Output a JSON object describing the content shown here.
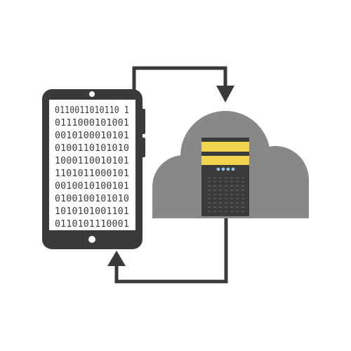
{
  "tablet": {
    "binary_lines": [
      "0110011010110 1",
      "0111000101001",
      "0010100010101",
      "0100110101010",
      "1000110010101",
      "1101011000101",
      "0010010100101",
      "0100100101010",
      "1010101001101",
      "0110101110001"
    ]
  },
  "colors": {
    "device": "#3a3a3b",
    "cloud": "#888888",
    "server_body": "#3b3b3b",
    "server_band": "#f2d44f",
    "server_lights": "#8fc8ea",
    "arrow": "#3a3a3a"
  },
  "icons": [
    "tablet-icon",
    "cloud-icon",
    "server-icon",
    "arrow-icon"
  ]
}
